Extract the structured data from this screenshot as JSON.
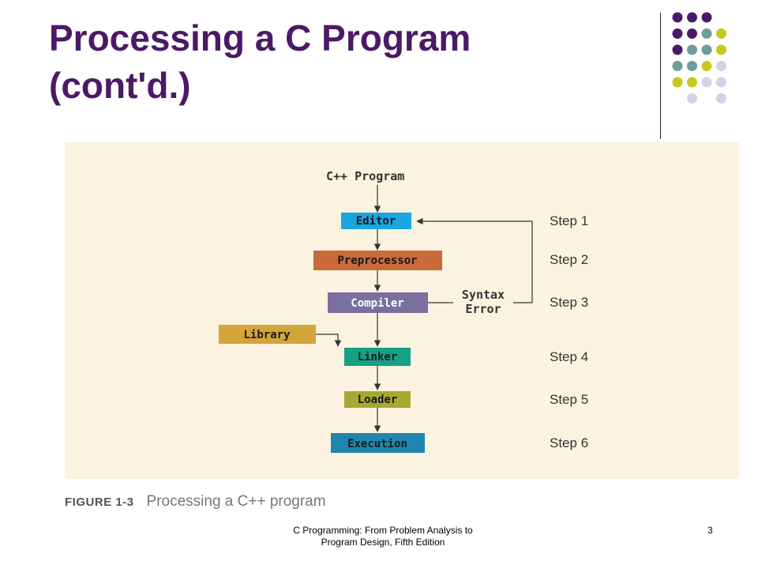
{
  "slide": {
    "title_line1": "Processing a C Program",
    "title_line2": "(cont'd.)",
    "footer_line1": "C Programming: From Problem Analysis to",
    "footer_line2": "Program Design, Fifth Edition",
    "page_number": "3"
  },
  "colors": {
    "title": "#4b1a66",
    "dot_purple": "#4b1a66",
    "dot_teal": "#6f9c9c",
    "dot_yellow": "#c8c81e",
    "dot_lavender": "#d4d2e8",
    "figure_background": "#fbf3df"
  },
  "diagram": {
    "input_label": "C++ Program",
    "boxes": {
      "editor": {
        "label": "Editor",
        "color": "#1aa6e0"
      },
      "preprocessor": {
        "label": "Preprocessor",
        "color": "#c96a3a"
      },
      "compiler": {
        "label": "Compiler",
        "color": "#7a6f9e"
      },
      "library": {
        "label": "Library",
        "color": "#d4a63a"
      },
      "linker": {
        "label": "Linker",
        "color": "#16a085"
      },
      "loader": {
        "label": "Loader",
        "color": "#a8a832"
      },
      "execution": {
        "label": "Execution",
        "color": "#1f86b0"
      }
    },
    "syntax_error_line1": "Syntax",
    "syntax_error_line2": "Error",
    "steps": [
      "Step 1",
      "Step 2",
      "Step 3",
      "Step 4",
      "Step 5",
      "Step 6"
    ]
  },
  "caption": {
    "figure_number": "FIGURE 1-3",
    "text": "Processing a C++ program"
  }
}
